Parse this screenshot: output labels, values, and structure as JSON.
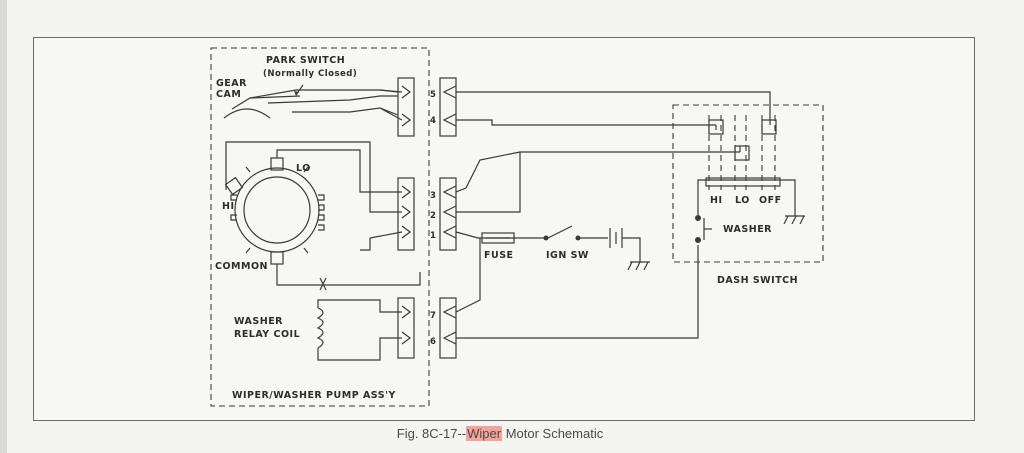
{
  "labels": {
    "park_switch": "PARK SWITCH",
    "normally_closed": "(Normally Closed)",
    "gear": "GEAR",
    "cam": "CAM",
    "lo": "LO",
    "hi": "HI",
    "common": "COMMON",
    "washer_relay": "WASHER",
    "relay_coil": "RELAY COIL",
    "assembly": "WIPER/WASHER PUMP ASS'Y",
    "fuse": "FUSE",
    "ign_sw": "IGN SW",
    "dash_switch": "DASH SWITCH",
    "sw_hi": "HI",
    "sw_lo": "LO",
    "sw_off": "OFF",
    "washer_button": "WASHER",
    "terminal_5": "5",
    "terminal_4": "4",
    "terminal_3": "3",
    "terminal_2": "2",
    "terminal_1": "1",
    "terminal_7": "7",
    "terminal_6": "6"
  },
  "caption": {
    "prefix": "Fig. 8C-17--",
    "highlight": "Wiper",
    "suffix": " Motor Schematic"
  },
  "colors": {
    "highlight": "#f4a39a",
    "line": "#3a3a3a"
  }
}
